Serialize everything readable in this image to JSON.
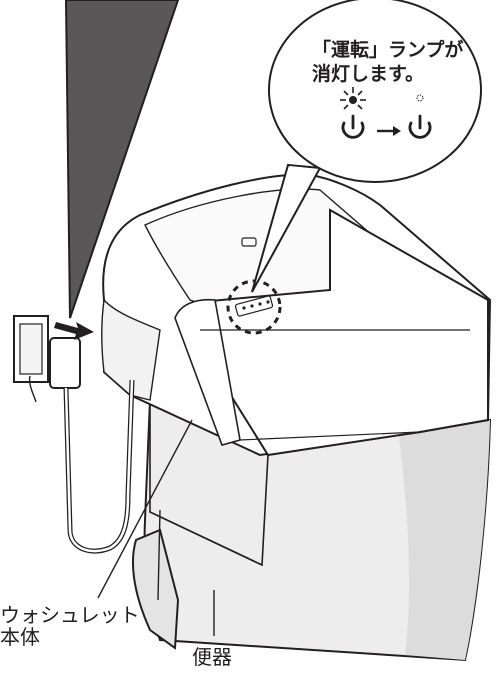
{
  "bubble": {
    "line1": "「運転」ランプが",
    "line2": "消灯します。"
  },
  "indicator": {
    "before_icon": "power-icon-lit",
    "after_icon": "power-icon-off",
    "transition_icon": "arrow-right-icon"
  },
  "labels": {
    "washlet_line1": "ウォシュレット",
    "washlet_line2": "本体",
    "toilet_bowl": "便器"
  },
  "colors": {
    "line": "#231f20",
    "speech_fill": "#595757",
    "bowl_fill": "#ededee",
    "bowl_shade": "#d9d9da",
    "seat_fill": "#ffffff",
    "bubble_fill": "#ffffff"
  }
}
